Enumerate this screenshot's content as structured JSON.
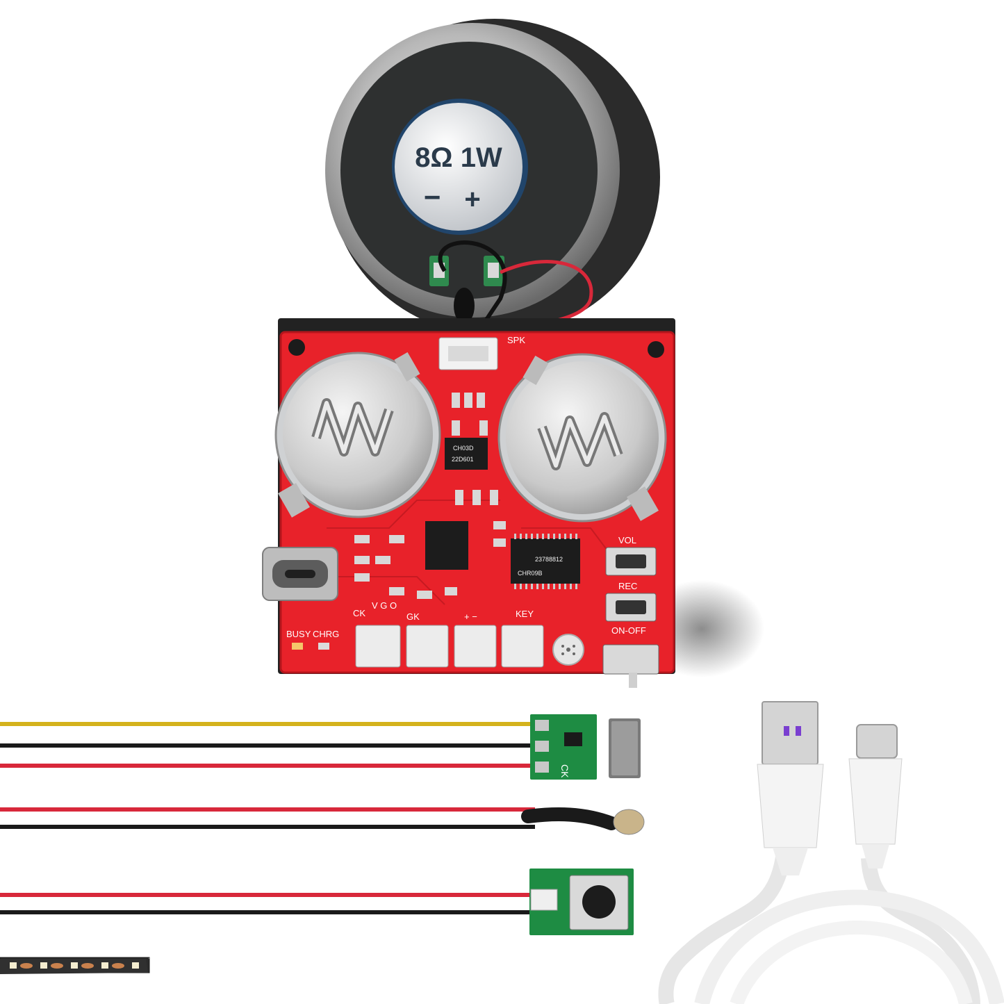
{
  "speaker": {
    "rating": "8Ω 1W",
    "minus": "−",
    "plus": "+"
  },
  "board": {
    "labels": {
      "spk": "SPK",
      "vol": "VOL",
      "rec": "REC",
      "onoff": "ON-OFF",
      "busy": "BUSY",
      "chrg": "CHRG",
      "key": "KEY",
      "ck": "CK",
      "gk": "GK",
      "vgo": "V  G  O",
      "ldr": "+  −"
    },
    "chips": {
      "main": "CHR09B",
      "main_code": "23788812",
      "amp": "CH03D",
      "amp_code": "22D601"
    }
  },
  "sensor_board": {
    "label": "CK"
  },
  "colors": {
    "pcb": "#e8222a",
    "pcb_dark": "#b5151c",
    "wire_yellow": "#d4b21c",
    "wire_black": "#1a1a1a",
    "wire_red": "#d8283a",
    "usb_accent": "#7a3fd0",
    "green_pcb": "#1e8c43",
    "cable": "#f1f1f1"
  }
}
